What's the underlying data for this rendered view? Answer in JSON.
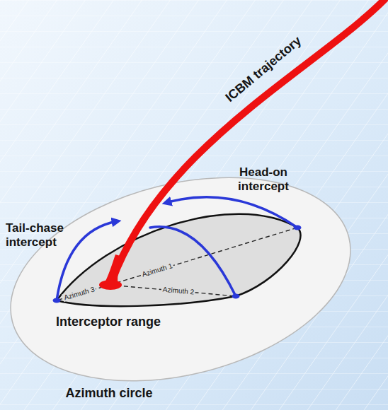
{
  "diagram": {
    "labels": [
      "ICBM trajectory",
      "Head-on intercept",
      "Tail-chase intercept",
      "Azimuth 1",
      "Azimuth 2",
      "Azimuth 3",
      "Interceptor range",
      "Azimuth circle"
    ]
  }
}
